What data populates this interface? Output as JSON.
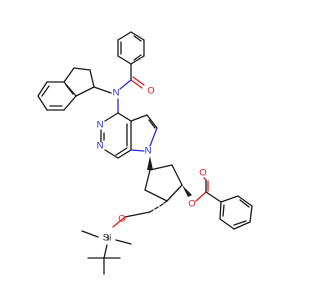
{
  "colors": {
    "carbon": "#1a1a1a",
    "nitrogen": "#2a2ad0",
    "oxygen": "#e01b1b",
    "silicon": "#1a1a1a",
    "background": "#ffffff"
  },
  "atoms": {
    "N_amide": "N",
    "O_amide": "O",
    "N_ring_top": "N",
    "N_ring_left": "N",
    "N_pyrrole": "N",
    "O_ester_link": "O",
    "O_ester_carbonyl": "O",
    "O_silyl_ether": "O",
    "Si": "Si"
  }
}
